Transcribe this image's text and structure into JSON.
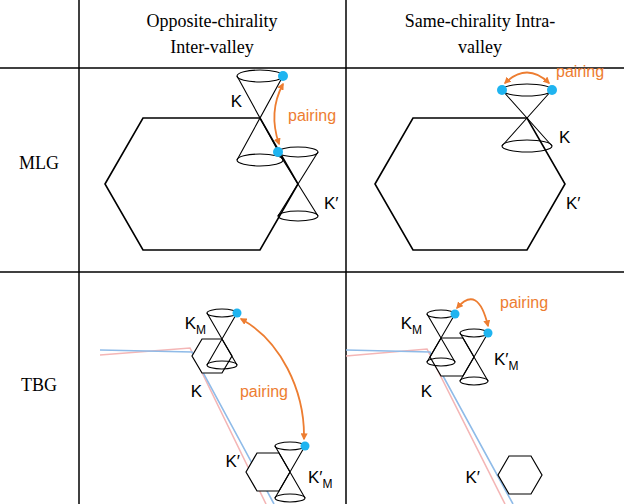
{
  "diagram": {
    "labels": [
      "Opposite-chirality Inter-valley",
      "Same-chirality Intra-valley",
      "MLG",
      "TBG",
      "K",
      "pairing",
      "K′",
      "pairing",
      "K",
      "K′",
      "KM",
      "K",
      "pairing",
      "K′",
      "K′M",
      "pairing",
      "KM",
      "K′M",
      "K",
      "K′"
    ]
  }
}
